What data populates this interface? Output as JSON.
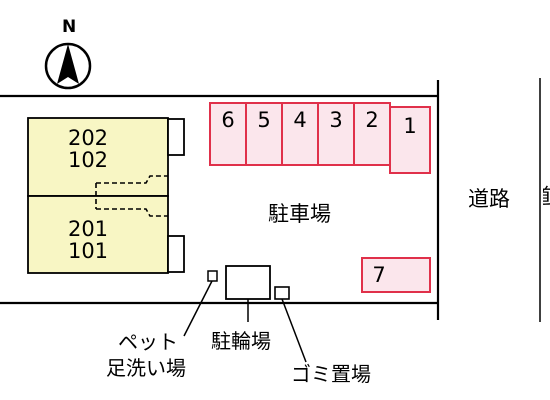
{
  "compass": {
    "north_label": "N"
  },
  "units": [
    {
      "upper": "202",
      "lower": "102"
    },
    {
      "upper": "201",
      "lower": "101"
    }
  ],
  "parking": {
    "label": "駐車場",
    "spaces": [
      "6",
      "5",
      "4",
      "3",
      "2",
      "1",
      "7"
    ]
  },
  "facilities": {
    "pet_wash": {
      "line1": "ペット",
      "line2": "足洗い場"
    },
    "bicycle": "駐輪場",
    "garbage": "ゴミ置場"
  },
  "road": {
    "label": "道路",
    "partial": "道"
  },
  "colors": {
    "building_fill": "#f8f6c4",
    "parking_fill": "#fbe6ec",
    "parking_stroke": "#e0304a",
    "line": "#000000"
  }
}
